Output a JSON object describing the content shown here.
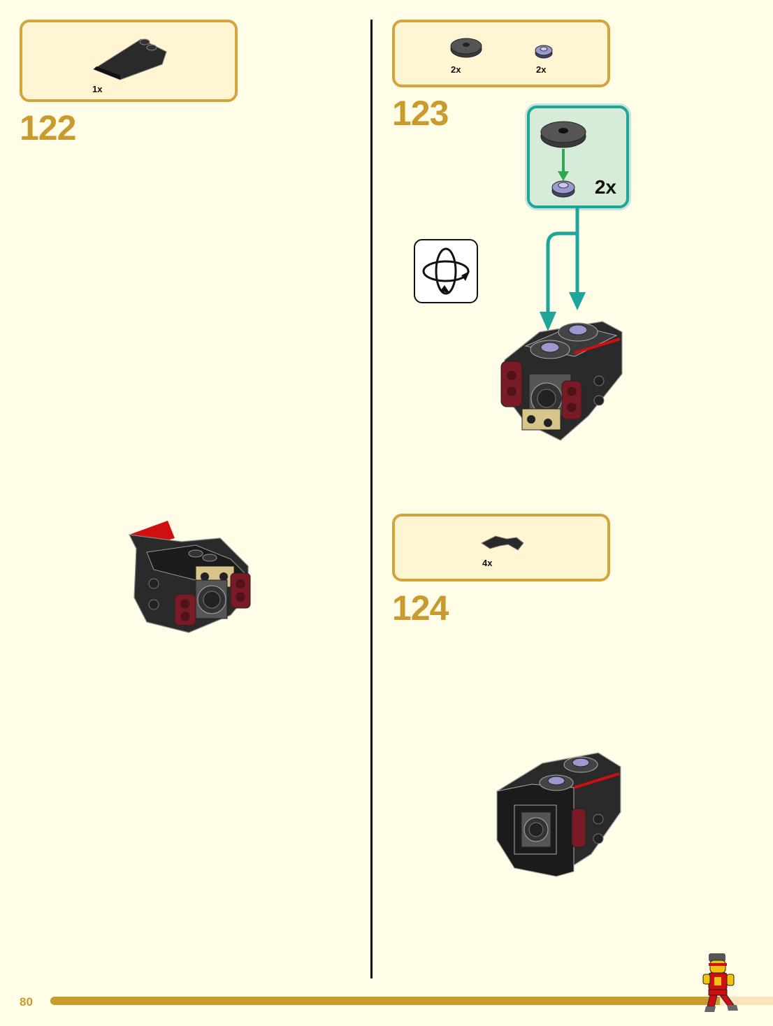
{
  "page": {
    "number": "80"
  },
  "steps": [
    {
      "number": "122",
      "parts": [
        {
          "name": "black-wedge-plate",
          "quantity": "1x"
        }
      ]
    },
    {
      "number": "123",
      "parts": [
        {
          "name": "black-round-tile",
          "quantity": "2x"
        },
        {
          "name": "lavender-round-plate",
          "quantity": "2x"
        }
      ],
      "callout": {
        "quantity": "2x"
      }
    },
    {
      "number": "124",
      "parts": [
        {
          "name": "black-curved-tile",
          "quantity": "4x"
        }
      ]
    }
  ],
  "colors": {
    "accent": "#c99a2e",
    "parts_border": "#d4a43c",
    "callout_border": "#1fa59a",
    "background": "#fffde8"
  }
}
